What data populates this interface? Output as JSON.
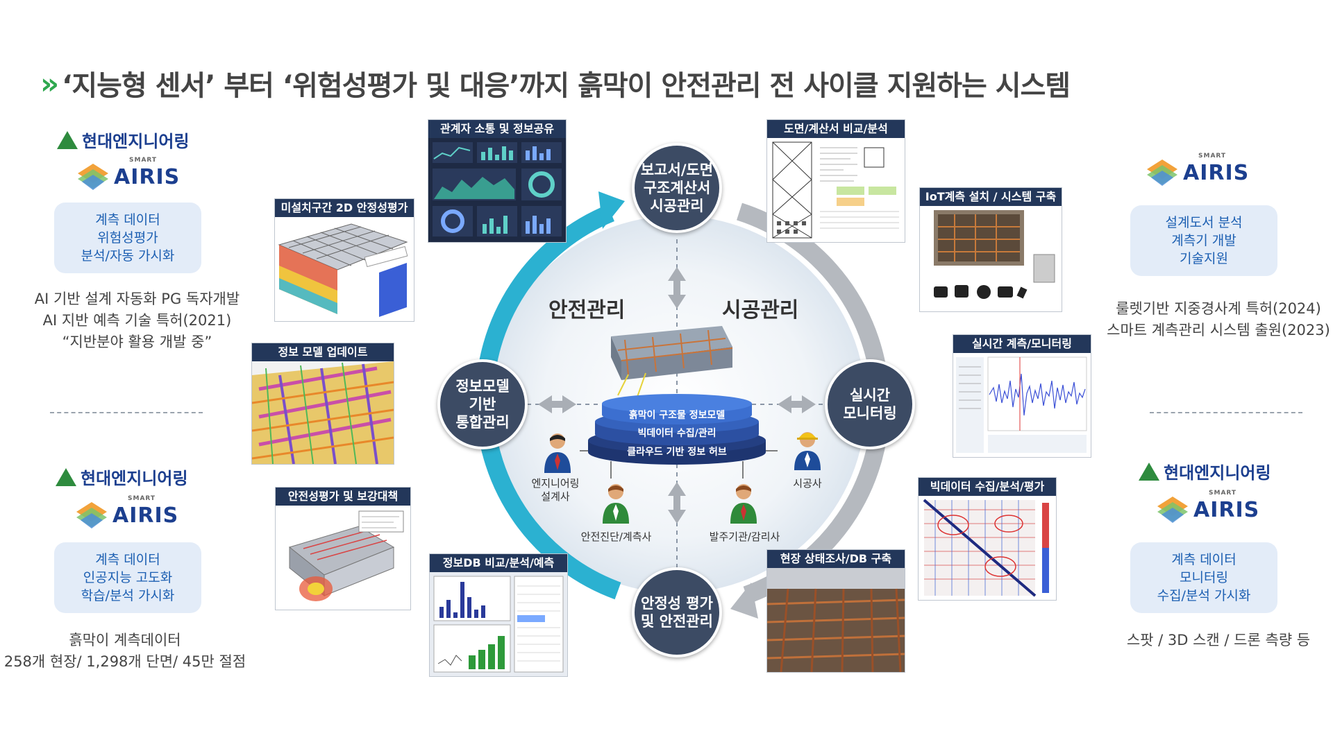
{
  "title": "‘지능형 센서’ 부터 ‘위험성평가 및 대응’까지 흙막이 안전관리 전 사이클 지원하는 시스템",
  "title_chevron": "»",
  "brand": {
    "hyundai": "현대엔지니어링",
    "smart": "SMART",
    "airis": "AIRIS"
  },
  "left_top": {
    "pill": [
      "계측 데이터",
      "위험성평가",
      "분석/자동 가시화"
    ],
    "notes": [
      "AI 기반 설계 자동화 PG 독자개발",
      "AI 지반 예측 기술 특허(2021)",
      "“지반분야 활용 개발 중”"
    ]
  },
  "left_bottom": {
    "pill": [
      "계측 데이터",
      "인공지능 고도화",
      "학습/분석 가시화"
    ],
    "notes": [
      "흙막이 계측데이터",
      "258개 현장/ 1,298개 단면/ 45만 절점"
    ]
  },
  "right_top": {
    "pill": [
      "설계도서 분석",
      "계측기 개발",
      "기술지원"
    ],
    "notes": [
      "룰렛기반 지중경사계  특허(2024)",
      "스마트 계측관리 시스템 출원(2023)"
    ]
  },
  "right_bottom": {
    "pill": [
      "계측 데이터",
      "모니터링",
      "수집/분석 가시화"
    ],
    "notes": [
      "스팟 / 3D 스캔 / 드론 측량 등"
    ]
  },
  "panels": {
    "comm": "관계자 소통 및 정보공유",
    "drawing": "도면/계산서 비교/분석",
    "iot": "IoT계측 설치 / 시스템 구축",
    "realtime": "실시간 계측/모니터링",
    "bigdata": "빅데이터 수집/분석/평가",
    "site": "현장 상태조사/DB 구축",
    "infodb": "정보DB 비교/분석/예측",
    "safety": "안전성평가 및 보강대책",
    "model": "정보 모델 업데이트",
    "uninstalled": "미설치구간 2D 안정성평가"
  },
  "hubs": {
    "top": "보고서/도면\n구조계산서\n시공관리",
    "right": "실시간\n모니터링",
    "bottom": "안정성 평가\n및 안전관리",
    "left": "정보모델\n기반\n통합관리"
  },
  "center": {
    "safety_mgmt": "안전관리",
    "construction_mgmt": "시공관리",
    "layers": [
      "흙막이 구조물 정보모델",
      "빅데이터 수집/관리",
      "클라우드 기반 정보 허브"
    ]
  },
  "people": {
    "engineer": "엔지니어링\n설계사",
    "diagnosis": "안전진단/계측사",
    "client": "발주기관/감리사",
    "contractor": "시공사"
  },
  "colors": {
    "navy": "#23375a",
    "hub": "#3c4b64",
    "arrow_cyan": "#2bb1d1",
    "arrow_gray": "#b5b9bf",
    "brand_green": "#2e8b3e",
    "brand_blue": "#1c3f8f"
  }
}
